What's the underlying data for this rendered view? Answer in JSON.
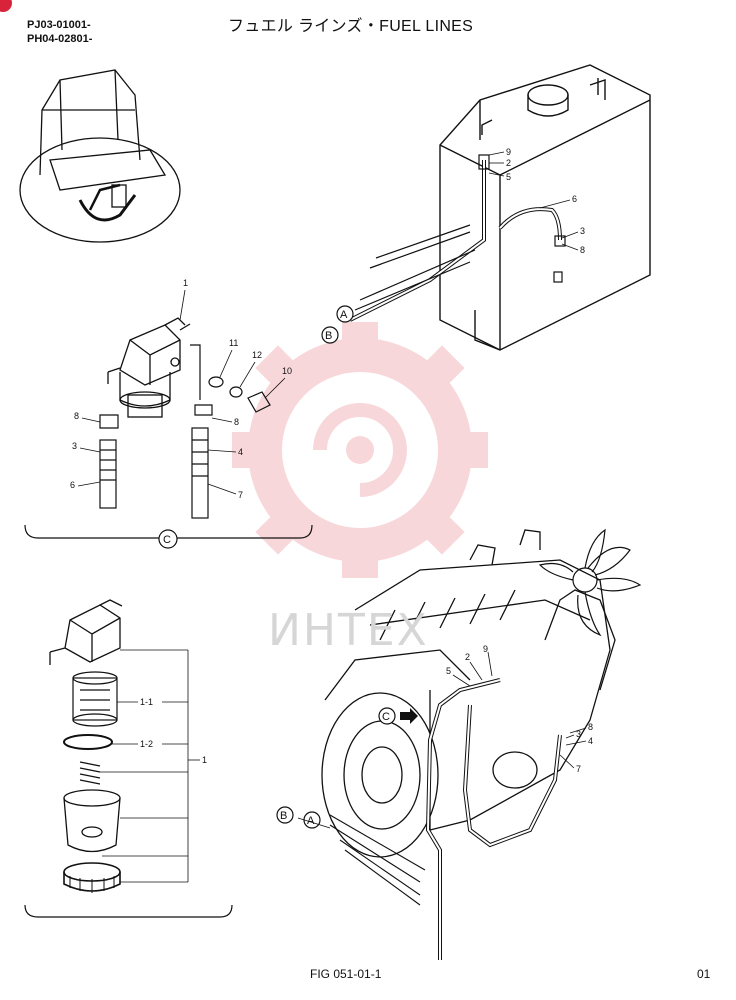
{
  "header": {
    "code_line1": "PJ03-01001-",
    "code_line2": "PH04-02801-",
    "title": "フュエル ラインズ・FUEL LINES"
  },
  "footer": {
    "figure": "FIG 051-01-1",
    "page": "01"
  },
  "watermark": "ИНТЕХ",
  "refs": {
    "a": "A",
    "b": "B",
    "c": "C"
  },
  "callouts": {
    "tank": [
      "9",
      "2",
      "5",
      "6",
      "3",
      "8"
    ],
    "filter": [
      "1",
      "11",
      "12",
      "10",
      "8",
      "8",
      "3",
      "4",
      "6",
      "7"
    ],
    "exploded": [
      "1-1",
      "1-2",
      "1"
    ],
    "engine": [
      "5",
      "2",
      "9",
      "8",
      "3",
      "4",
      "7"
    ]
  },
  "colors": {
    "line": "#111111",
    "watermark": "#f2b8bd",
    "accent": "#d9233a"
  }
}
